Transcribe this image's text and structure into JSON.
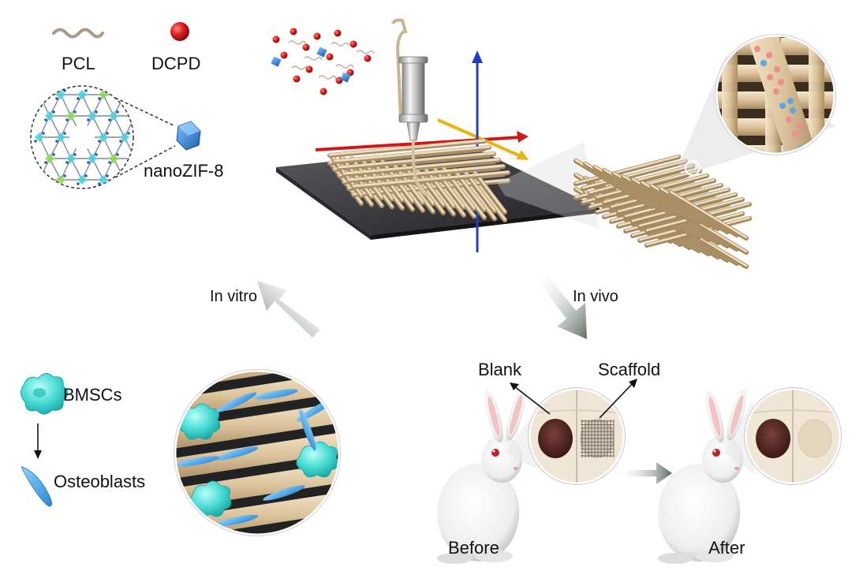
{
  "labels": {
    "pcl": "PCL",
    "dcpd": "DCPD",
    "nanozif": "nanoZIF-8",
    "in_vitro": "In vitro",
    "in_vivo": "In vivo",
    "bmscs": "BMSCs",
    "osteoblasts": "Osteoblasts",
    "blank": "Blank",
    "scaffold": "Scaffold",
    "before": "Before",
    "after": "After"
  },
  "colors": {
    "pcl_fiber": "#d8c3a0",
    "dcpd": "#d42020",
    "zif": "#2f86d8",
    "cell_bmsc": "#3fd3cf",
    "cell_osteoblast": "#3a9be0",
    "plate": "#3a3a3e",
    "axis_x": "#d0181b",
    "axis_y": "#e8b413",
    "axis_z": "#1f3fbf",
    "flow_arrow": "#6f7f70",
    "bone_defect": "#5a2e26"
  }
}
